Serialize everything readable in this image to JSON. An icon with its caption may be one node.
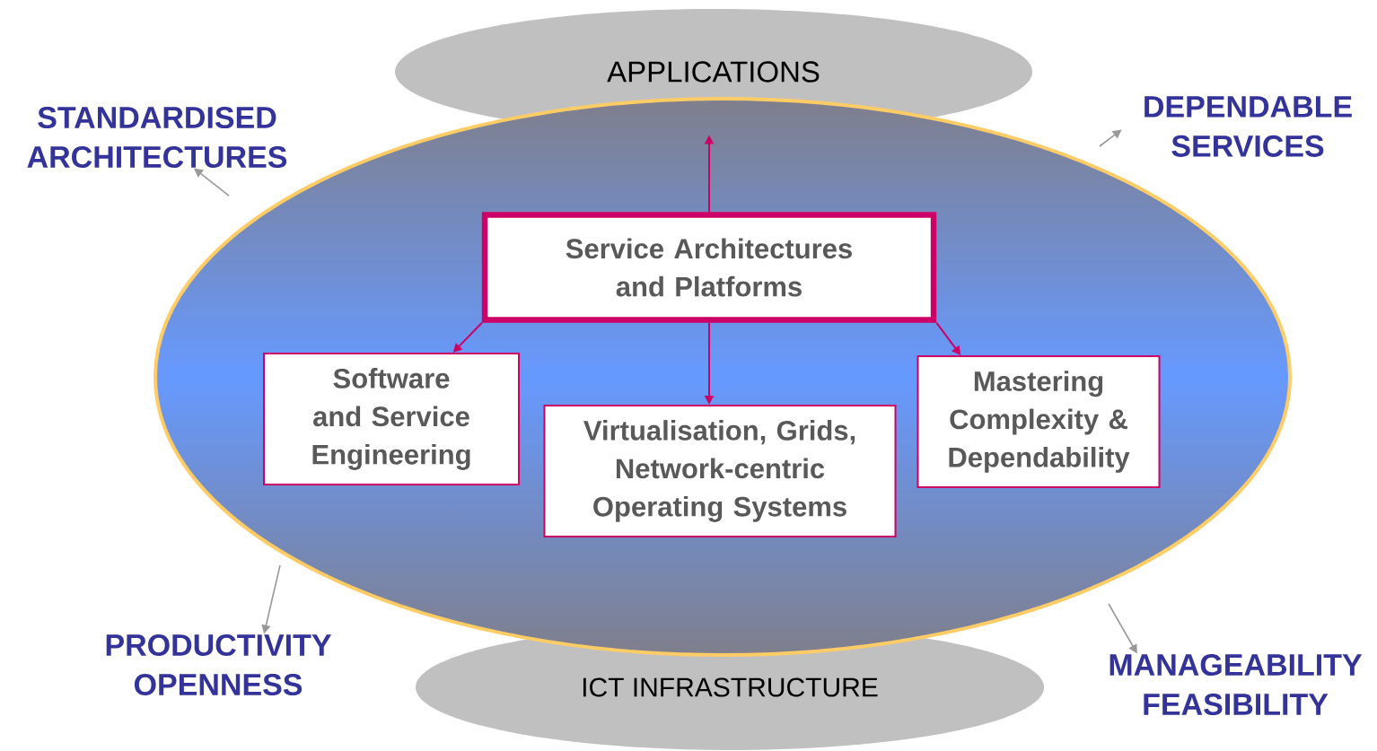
{
  "diagram": {
    "nodes": [
      {
        "text": [
          "APPLICATIONS"
        ]
      },
      {
        "text": [],
        "shape": "ellipse"
      },
      {
        "text": [
          "Service Architectures and Platforms"
        ],
        "in": 1
      },
      {
        "text": [
          "Software and Service Engineering"
        ],
        "in": 1
      },
      {
        "text": [
          "Virtualisation, Grids, Network-centric Operating Systems"
        ],
        "in": 1
      },
      {
        "text": [
          "Mastering Complexity & Dependability"
        ],
        "in": 1
      },
      {
        "text": [
          "ICT INFRASTRUCTURE"
        ]
      },
      {
        "text": [
          "STANDARDISED ARCHITECTURES"
        ]
      },
      {
        "text": [
          "DEPENDABLE SERVICES"
        ]
      },
      {
        "text": [
          "PRODUCTIVITY OPENNESS"
        ]
      },
      {
        "text": [
          "MANAGEABILITY FEASIBILITY"
        ]
      }
    ],
    "edges": [
      {
        "from": 2,
        "to": 0,
        "arrow": "to"
      },
      {
        "from": 2,
        "to": 3,
        "arrow": "to"
      },
      {
        "from": 2,
        "to": 4,
        "arrow": "to"
      },
      {
        "from": 2,
        "to": 5,
        "arrow": "to"
      },
      {
        "from": null,
        "to": 7,
        "arrow": "to",
        "color": "#999999"
      },
      {
        "from": null,
        "to": 8,
        "arrow": "to",
        "color": "#999999"
      },
      {
        "from": null,
        "to": 9,
        "arrow": "to",
        "color": "#999999"
      },
      {
        "from": null,
        "to": 10,
        "arrow": "to",
        "color": "#999999"
      }
    ]
  }
}
